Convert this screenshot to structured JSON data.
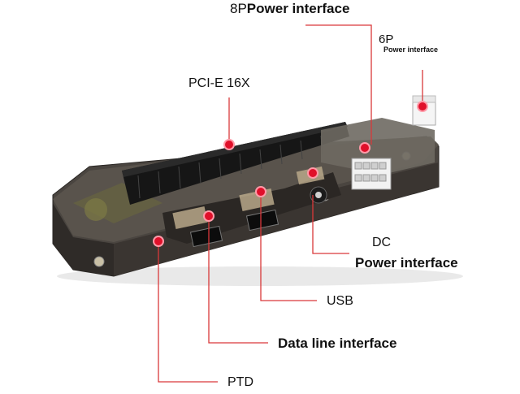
{
  "labels": {
    "eight_pin_prefix": "8P",
    "eight_pin_power": "Power interface",
    "six_pin": "6P",
    "six_pin_power": "Power interface",
    "pcie": "PCI-E 16X",
    "dc": "DC",
    "dc_power": "Power interface",
    "usb": "USB",
    "data_line": "Data line interface",
    "ptd": "PTD"
  },
  "colors": {
    "leader_line": "#d9383a",
    "marker": "#e0102a",
    "marker_ring": "#ff9aa8",
    "board_body": "#3b3733",
    "slot": "#161616"
  }
}
